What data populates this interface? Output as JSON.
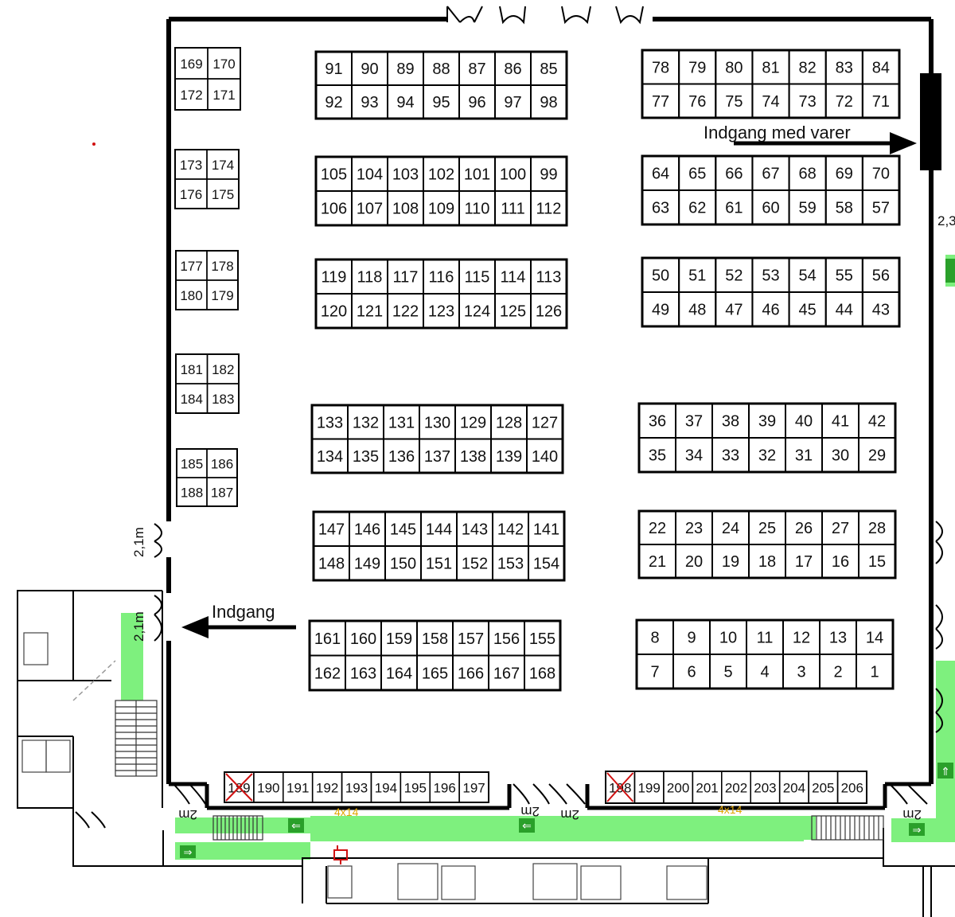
{
  "labels": {
    "entrance": "Indgang",
    "goods_entrance": "Indgang med varer",
    "door_width_left_upper": "2,1m",
    "door_width_left_lower": "2,1m",
    "right_edge_dim": "2,3",
    "corridor_left": "4x14",
    "corridor_right": "4x14",
    "door_2m": "2m"
  },
  "colors": {
    "walls": "#000000",
    "escape_route": "#7ef07e",
    "escape_sign": "#2aa02a",
    "cross": "#d01010",
    "corridor_text": "#e0a400",
    "fire_sign": "#d01010"
  },
  "blocks": [
    {
      "id": "b91",
      "rows": [
        [
          "91",
          "90",
          "89",
          "88",
          "87",
          "86",
          "85"
        ],
        [
          "92",
          "93",
          "94",
          "95",
          "96",
          "97",
          "98"
        ]
      ]
    },
    {
      "id": "b105",
      "rows": [
        [
          "105",
          "104",
          "103",
          "102",
          "101",
          "100",
          "99"
        ],
        [
          "106",
          "107",
          "108",
          "109",
          "110",
          "111",
          "112"
        ]
      ]
    },
    {
      "id": "b119",
      "rows": [
        [
          "119",
          "118",
          "117",
          "116",
          "115",
          "114",
          "113"
        ],
        [
          "120",
          "121",
          "122",
          "123",
          "124",
          "125",
          "126"
        ]
      ]
    },
    {
      "id": "b133",
      "rows": [
        [
          "133",
          "132",
          "131",
          "130",
          "129",
          "128",
          "127"
        ],
        [
          "134",
          "135",
          "136",
          "137",
          "138",
          "139",
          "140"
        ]
      ]
    },
    {
      "id": "b147",
      "rows": [
        [
          "147",
          "146",
          "145",
          "144",
          "143",
          "142",
          "141"
        ],
        [
          "148",
          "149",
          "150",
          "151",
          "152",
          "153",
          "154"
        ]
      ]
    },
    {
      "id": "b161",
      "rows": [
        [
          "161",
          "160",
          "159",
          "158",
          "157",
          "156",
          "155"
        ],
        [
          "162",
          "163",
          "164",
          "165",
          "166",
          "167",
          "168"
        ]
      ]
    },
    {
      "id": "b78",
      "rows": [
        [
          "78",
          "79",
          "80",
          "81",
          "82",
          "83",
          "84"
        ],
        [
          "77",
          "76",
          "75",
          "74",
          "73",
          "72",
          "71"
        ]
      ]
    },
    {
      "id": "b64",
      "rows": [
        [
          "64",
          "65",
          "66",
          "67",
          "68",
          "69",
          "70"
        ],
        [
          "63",
          "62",
          "61",
          "60",
          "59",
          "58",
          "57"
        ]
      ]
    },
    {
      "id": "b50",
      "rows": [
        [
          "50",
          "51",
          "52",
          "53",
          "54",
          "55",
          "56"
        ],
        [
          "49",
          "48",
          "47",
          "46",
          "45",
          "44",
          "43"
        ]
      ]
    },
    {
      "id": "b36",
      "rows": [
        [
          "36",
          "37",
          "38",
          "39",
          "40",
          "41",
          "42"
        ],
        [
          "35",
          "34",
          "33",
          "32",
          "31",
          "30",
          "29"
        ]
      ]
    },
    {
      "id": "b22",
      "rows": [
        [
          "22",
          "23",
          "24",
          "25",
          "26",
          "27",
          "28"
        ],
        [
          "21",
          "20",
          "19",
          "18",
          "17",
          "16",
          "15"
        ]
      ]
    },
    {
      "id": "b8",
      "rows": [
        [
          "8",
          "9",
          "10",
          "11",
          "12",
          "13",
          "14"
        ],
        [
          "7",
          "6",
          "5",
          "4",
          "3",
          "2",
          "1"
        ]
      ]
    },
    {
      "id": "s169",
      "rows": [
        [
          "169",
          "170"
        ],
        [
          "172",
          "171"
        ]
      ]
    },
    {
      "id": "s173",
      "rows": [
        [
          "173",
          "174"
        ],
        [
          "176",
          "175"
        ]
      ]
    },
    {
      "id": "s177",
      "rows": [
        [
          "177",
          "178"
        ],
        [
          "180",
          "179"
        ]
      ]
    },
    {
      "id": "s181",
      "rows": [
        [
          "181",
          "182"
        ],
        [
          "184",
          "183"
        ]
      ]
    },
    {
      "id": "s185",
      "rows": [
        [
          "185",
          "186"
        ],
        [
          "188",
          "187"
        ]
      ]
    },
    {
      "id": "r189",
      "rows": [
        [
          "189",
          "190",
          "191",
          "192",
          "193",
          "194",
          "195",
          "196",
          "197"
        ]
      ],
      "crossed": [
        "189"
      ]
    },
    {
      "id": "r198",
      "rows": [
        [
          "198",
          "199",
          "200",
          "201",
          "202",
          "203",
          "204",
          "205",
          "206"
        ]
      ],
      "crossed": [
        "198"
      ]
    }
  ]
}
